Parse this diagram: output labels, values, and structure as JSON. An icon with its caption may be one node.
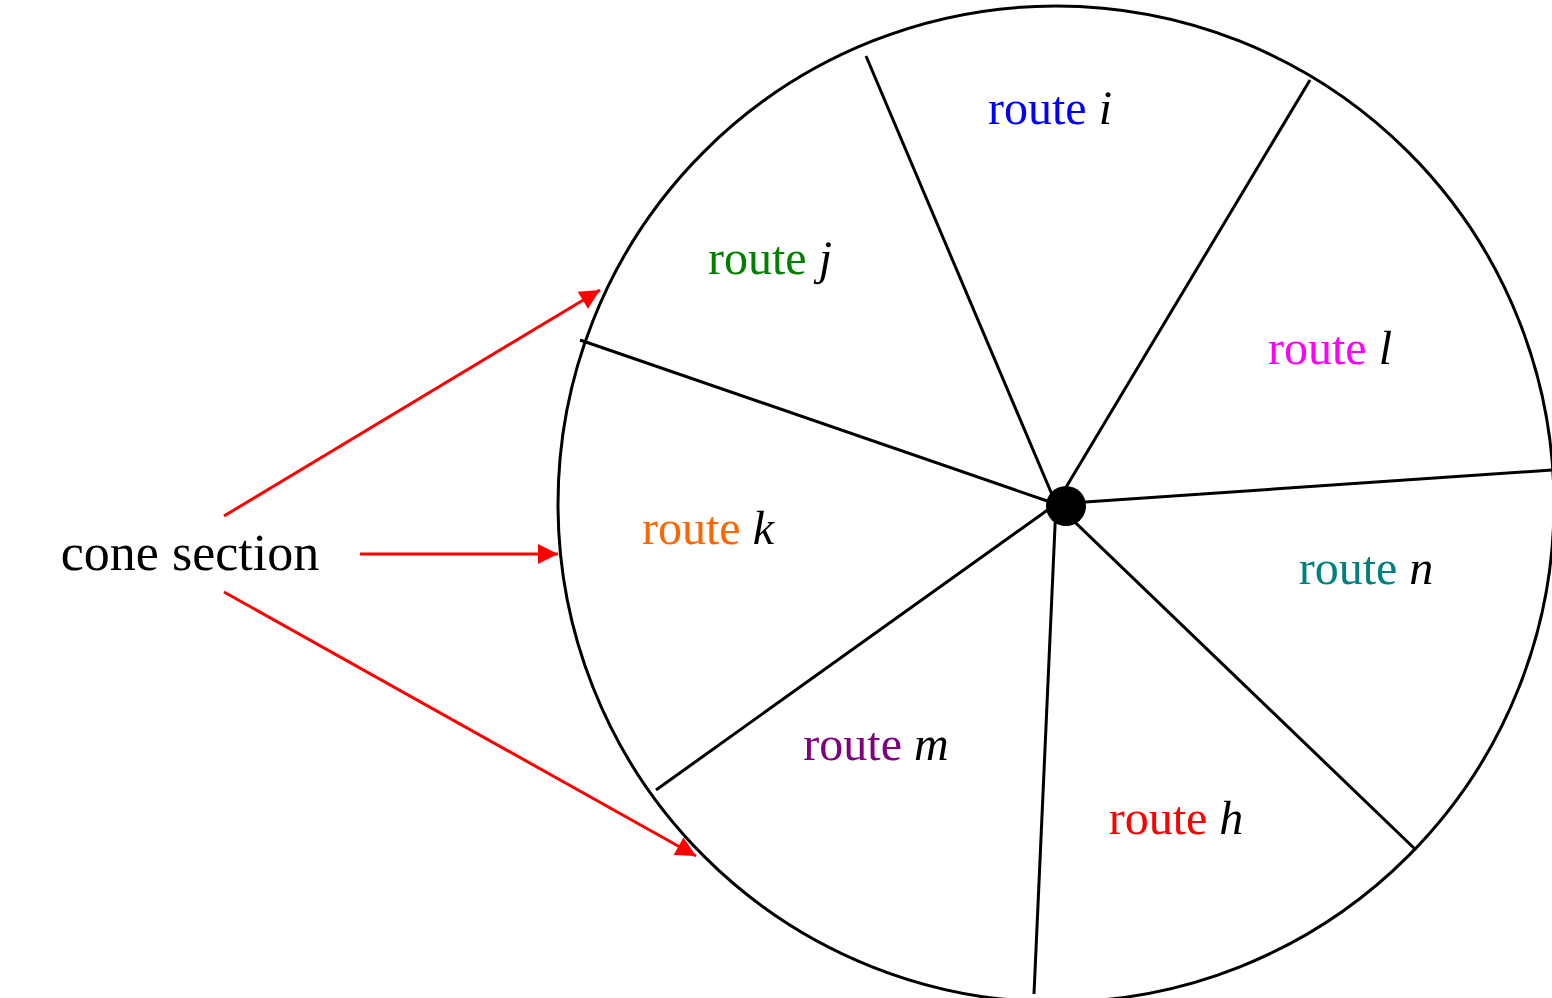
{
  "diagram": {
    "nodes": [
      {
        "text": [],
        "shape": "circle"
      },
      {
        "text": [
          "route *i*"
        ],
        "in": 0
      },
      {
        "text": [
          "route *j*"
        ],
        "in": 0
      },
      {
        "text": [
          "route *l*"
        ],
        "in": 0
      },
      {
        "text": [
          "route *k*"
        ],
        "in": 0
      },
      {
        "text": [
          "cone section"
        ]
      },
      {
        "text": [
          "route *n*"
        ],
        "in": 0
      },
      {
        "text": [
          "route *m*"
        ],
        "in": 0
      },
      {
        "text": [
          "route *h*"
        ],
        "in": 0
      }
    ],
    "edges": [
      {
        "from": 5,
        "to": 2,
        "arrow": "to",
        "color": "#ff0000"
      },
      {
        "from": 5,
        "to": 4,
        "arrow": "to",
        "color": "#ff0000"
      },
      {
        "from": 5,
        "to": 7,
        "arrow": "to",
        "color": "#ff0000"
      }
    ]
  }
}
